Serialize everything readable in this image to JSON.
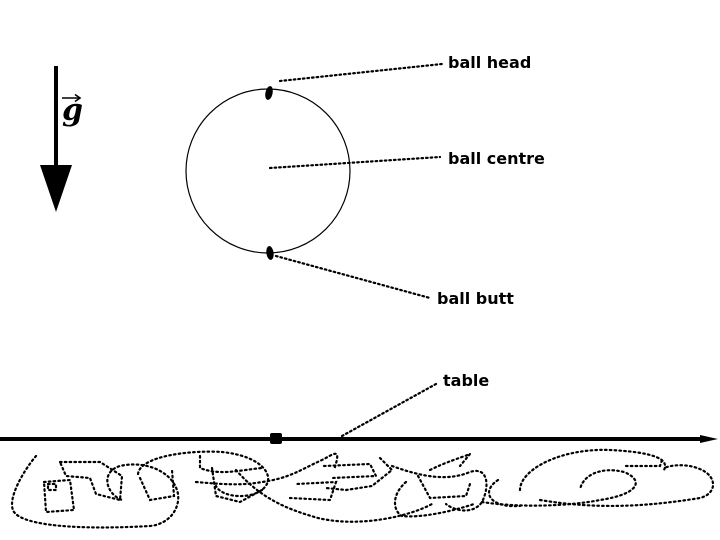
{
  "labels": {
    "gravity": "g",
    "ball_head": "ball head",
    "ball_centre": "ball centre",
    "ball_butt": "ball butt",
    "table": "table"
  },
  "colors": {
    "ink": "#000000",
    "background": "#ffffff"
  }
}
